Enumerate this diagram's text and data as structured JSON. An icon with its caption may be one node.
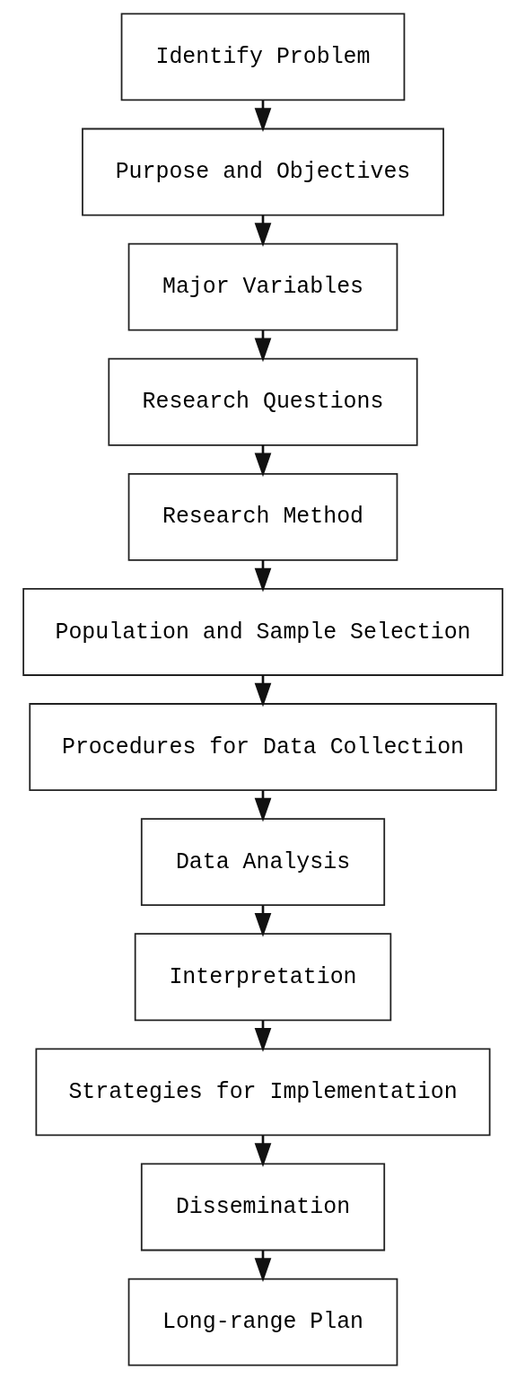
{
  "diagram": {
    "nodes": [
      {
        "text": [
          "Identify Problem"
        ]
      },
      {
        "text": [
          "Purpose and Objectives"
        ]
      },
      {
        "text": [
          "Major Variables"
        ]
      },
      {
        "text": [
          "Research Questions"
        ]
      },
      {
        "text": [
          "Research Method"
        ]
      },
      {
        "text": [
          "Population and Sample Selection"
        ]
      },
      {
        "text": [
          "Procedures for Data Collection"
        ]
      },
      {
        "text": [
          "Data Analysis"
        ]
      },
      {
        "text": [
          "Interpretation"
        ]
      },
      {
        "text": [
          "Strategies for Implementation"
        ]
      },
      {
        "text": [
          "Dissemination"
        ]
      },
      {
        "text": [
          "Long-range Plan"
        ]
      }
    ],
    "edges": [
      {
        "from": 0,
        "to": 1,
        "arrow": "to"
      },
      {
        "from": 1,
        "to": 2,
        "arrow": "to"
      },
      {
        "from": 2,
        "to": 3,
        "arrow": "to"
      },
      {
        "from": 3,
        "to": 4,
        "arrow": "to"
      },
      {
        "from": 4,
        "to": 5,
        "arrow": "to"
      },
      {
        "from": 5,
        "to": 6,
        "arrow": "to"
      },
      {
        "from": 6,
        "to": 7,
        "arrow": "to"
      },
      {
        "from": 7,
        "to": 8,
        "arrow": "to"
      },
      {
        "from": 8,
        "to": 9,
        "arrow": "to"
      },
      {
        "from": 9,
        "to": 10,
        "arrow": "to"
      },
      {
        "from": 10,
        "to": 11,
        "arrow": "to"
      }
    ]
  }
}
